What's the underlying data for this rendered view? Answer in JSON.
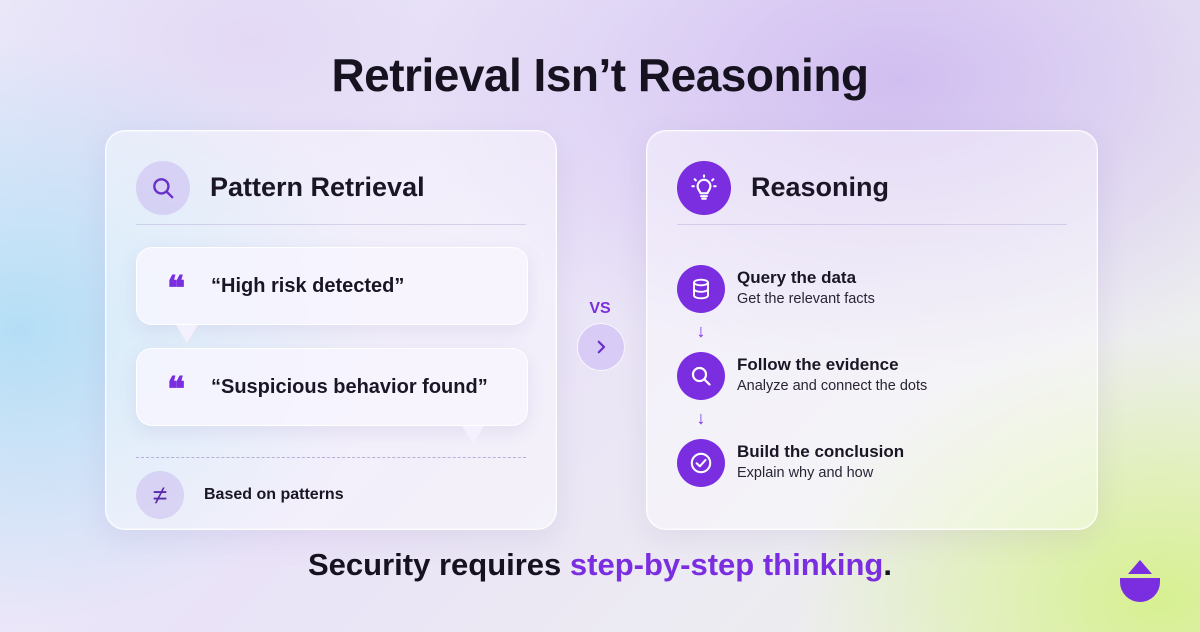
{
  "title": "Retrieval Isn’t Reasoning",
  "left_card": {
    "icon": "search-icon",
    "title": "Pattern Retrieval",
    "quotes": [
      "“High risk detected”",
      "“Suspicious behavior found”"
    ],
    "footer_icon": "not-equal-icon",
    "footer_symbol": "≠",
    "footer_text": "Based on patterns"
  },
  "vs": {
    "label": "VS",
    "icon": "chevron-right-icon"
  },
  "right_card": {
    "icon": "lightbulb-icon",
    "title": "Reasoning",
    "steps": [
      {
        "icon": "database-icon",
        "title": "Query the data",
        "subtitle": "Get the relevant facts"
      },
      {
        "icon": "search-icon",
        "title": "Follow the evidence",
        "subtitle": "Analyze and connect the dots"
      },
      {
        "icon": "check-circle-icon",
        "title": "Build the conclusion",
        "subtitle": "Explain why and how"
      }
    ],
    "arrow_glyph": "↓"
  },
  "tagline": {
    "prefix": "Security requires ",
    "highlight": "step-by-step thinking",
    "suffix": "."
  },
  "logo": "brand-logo",
  "colors": {
    "accent": "#7a2ee0",
    "text": "#16121f"
  }
}
